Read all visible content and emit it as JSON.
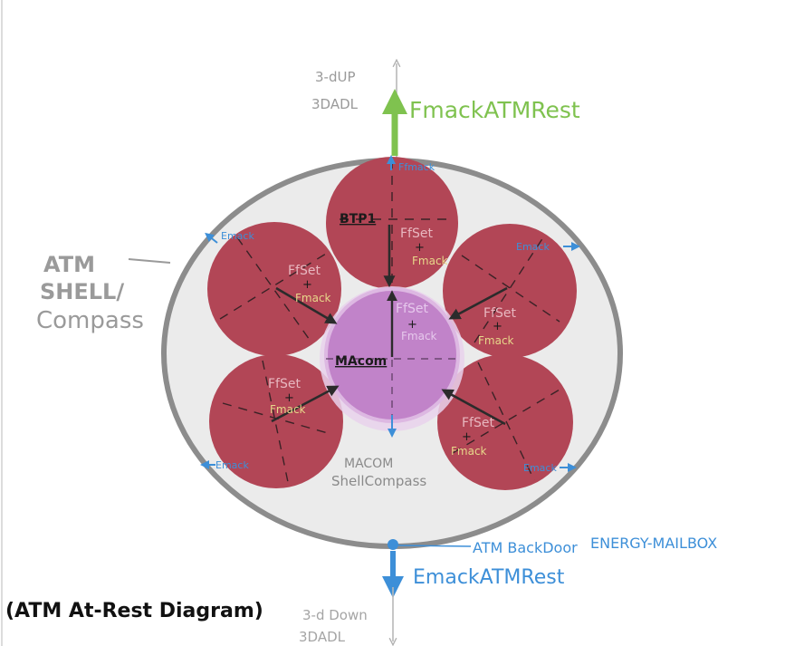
{
  "top": {
    "label_1": "3-dUP",
    "label_2": "3DADL",
    "label_force": "FmackATMRest"
  },
  "shell": {
    "label_1": "ATM",
    "label_2": "SHELL/",
    "label_3": "Compass"
  },
  "center": {
    "label": "MAcom",
    "shell_label_1": "MACOM",
    "shell_label_2": "ShellCompass",
    "force_f": "FfSet",
    "force_plus": "+",
    "force_m": "Fmack"
  },
  "cells": [
    {
      "id": "top",
      "label": "BTP1",
      "force_f": "FfSet",
      "force_plus": "+",
      "force_m": "Fmack",
      "outer": "Ffmack"
    },
    {
      "id": "upper-left",
      "force_f": "FfSet",
      "force_plus": "+",
      "force_m": "Fmack",
      "outer": "Emack"
    },
    {
      "id": "upper-right",
      "force_f": "FfSet",
      "force_plus": "+",
      "force_m": "Fmack",
      "outer": "Emack"
    },
    {
      "id": "lower-left",
      "force_f": "FfSet",
      "force_plus": "+",
      "force_m": "Fmack",
      "outer": "Emack"
    },
    {
      "id": "lower-right",
      "force_f": "FfSet",
      "force_plus": "+",
      "force_m": "Fmack",
      "outer": "Emack"
    }
  ],
  "bottom": {
    "backdoor": "ATM BackDoor",
    "mailbox": "ENERGY-MAILBOX",
    "force": "EmackATMRest",
    "label_1": "3-d Down",
    "label_2": "3DADL"
  },
  "caption": "(ATM At-Rest Diagram)",
  "colors": {
    "green": "#7fc24f",
    "blue": "#3d8fd8",
    "red_cell": "#b24656",
    "center": "#c183c9",
    "shell_fill": "#ebebeb",
    "shell_stroke": "#8c8c8c",
    "grey_text": "#9a9a9a"
  }
}
